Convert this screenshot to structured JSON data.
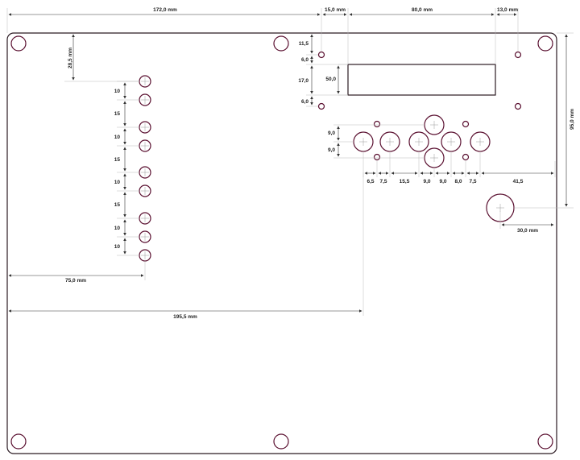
{
  "dimensions": {
    "top_172": "172,0 mm",
    "top_15": "15,0 mm",
    "top_80": "80,0 mm",
    "top_13": "13,0 mm",
    "left_28_5": "28,5 mm",
    "right_95": "95,0 mm",
    "width_75": "75,0 mm",
    "width_195_5": "195,5 mm",
    "led_11_5": "11,5",
    "led_6_a": "6,0",
    "led_17": "17,0",
    "led_6_b": "6,0",
    "display_50": "50,0",
    "btn_9_a": "9,0",
    "btn_9_b": "9,0",
    "knob_30": "30,0 mm",
    "col_gaps": [
      "10",
      "15",
      "10",
      "15",
      "10",
      "15",
      "10",
      "10"
    ],
    "row_gaps": [
      "6,5",
      "7,5",
      "15,5",
      "9,0",
      "9,0",
      "8,0",
      "7,5",
      "41,5"
    ]
  }
}
